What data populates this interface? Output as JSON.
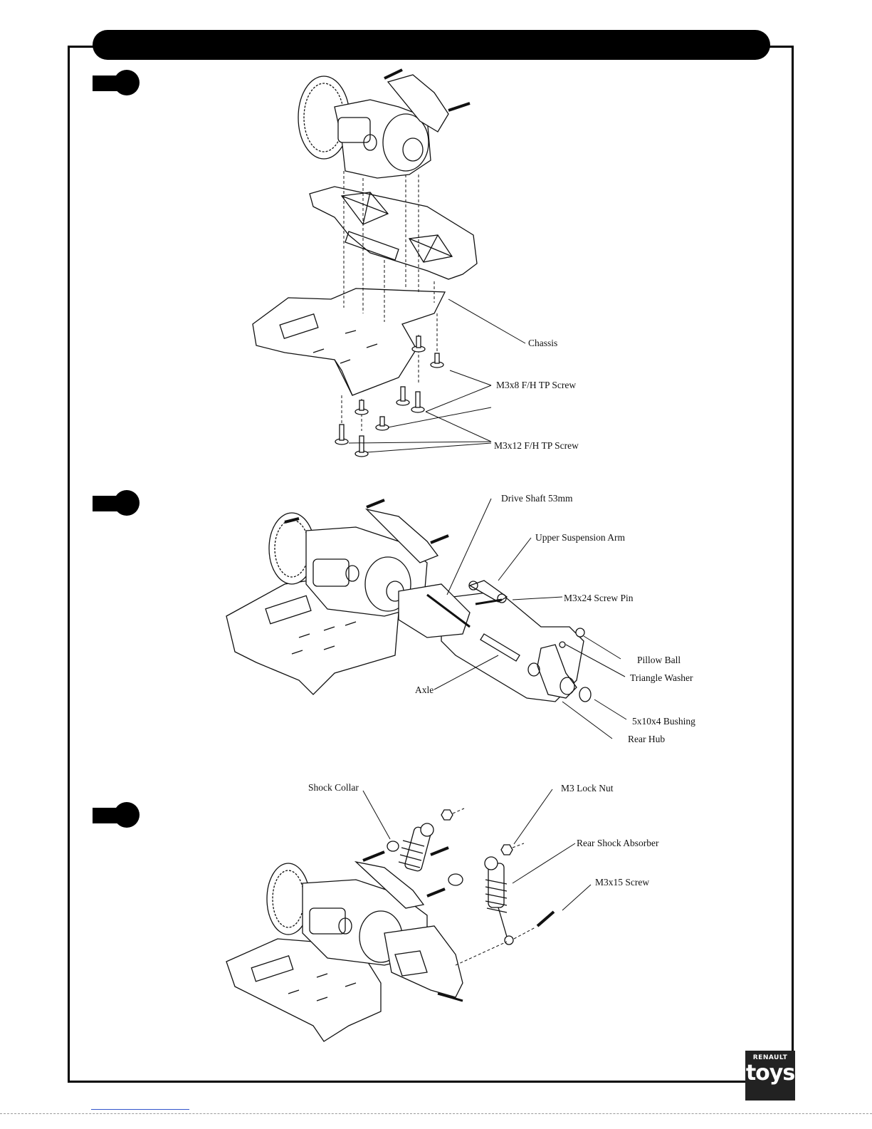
{
  "step1": {
    "labels": {
      "chassis": "Chassis",
      "screw_m3x8": "M3x8 F/H TP Screw",
      "screw_m3x12": "M3x12 F/H TP Screw"
    }
  },
  "step2": {
    "labels": {
      "drive_shaft": "Drive Shaft 53mm",
      "upper_arm": "Upper Suspension Arm",
      "screw_pin": "M3x24 Screw Pin",
      "pillow_ball": "Pillow Ball",
      "triangle_washer": "Triangle Washer",
      "axle": "Axle",
      "bushing": "5x10x4 Bushing",
      "rear_hub": "Rear Hub"
    }
  },
  "step3": {
    "labels": {
      "shock_collar": "Shock Collar",
      "lock_nut": "M3 Lock  Nut",
      "rear_shock": "Rear Shock Absorber",
      "screw_m3x15": "M3x15 Screw"
    }
  },
  "logo": {
    "brand": "RENAULT",
    "name": "toys"
  }
}
